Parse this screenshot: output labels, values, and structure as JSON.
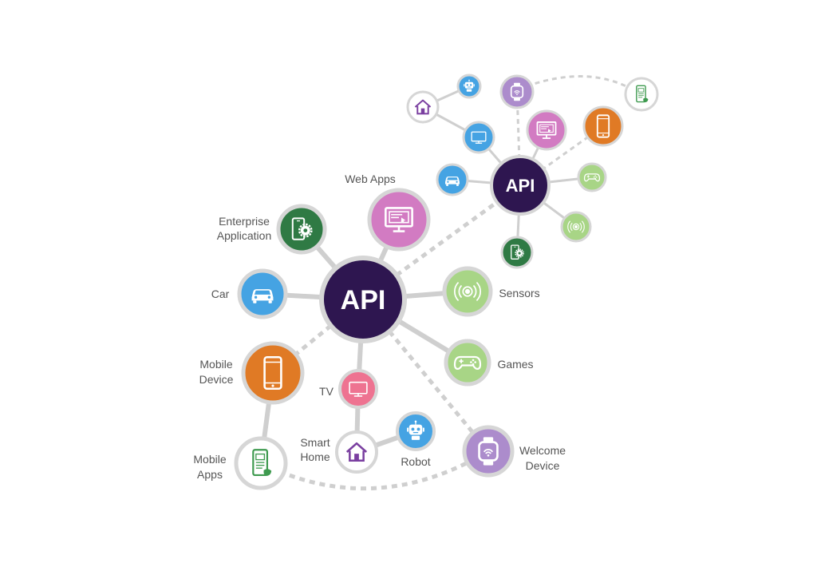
{
  "hub_main": {
    "label": "API"
  },
  "hub_secondary": {
    "label": "API"
  },
  "labels": {
    "web_apps": "Web Apps",
    "enterprise_1": "Enterprise",
    "enterprise_2": "Application",
    "car": "Car",
    "sensors": "Sensors",
    "games": "Games",
    "mobile_device_1": "Mobile",
    "mobile_device_2": "Device",
    "tv": "TV",
    "smart_home_1": "Smart",
    "smart_home_2": "Home",
    "robot": "Robot",
    "mobile_apps_1": "Mobile",
    "mobile_apps_2": "Apps",
    "welcome_device_1": "Welcome",
    "welcome_device_2": "Device"
  },
  "colors": {
    "hub": "#2e1650",
    "web_apps": "#d27bc2",
    "enterprise": "#2f7a44",
    "car": "#45a3e3",
    "sensors": "#a8d586",
    "games": "#a8d586",
    "mobile_device": "#e07a25",
    "tv": "#ee7391",
    "smart_home": "#ffffff",
    "robot": "#45a3e3",
    "mobile_apps": "#ffffff",
    "welcome_device": "#ac8ccc",
    "ring": "#d6d6d6",
    "connector": "#cccccc"
  },
  "icons": {
    "web_apps": "monitor-app-icon",
    "enterprise": "phone-gear-icon",
    "car": "car-icon",
    "sensors": "sensor-waves-icon",
    "games": "gamepad-icon",
    "mobile_device": "smartphone-icon",
    "tv": "tv-icon",
    "smart_home": "house-icon",
    "robot": "robot-icon",
    "mobile_apps": "mobile-app-icon",
    "welcome_device": "smartwatch-icon"
  }
}
